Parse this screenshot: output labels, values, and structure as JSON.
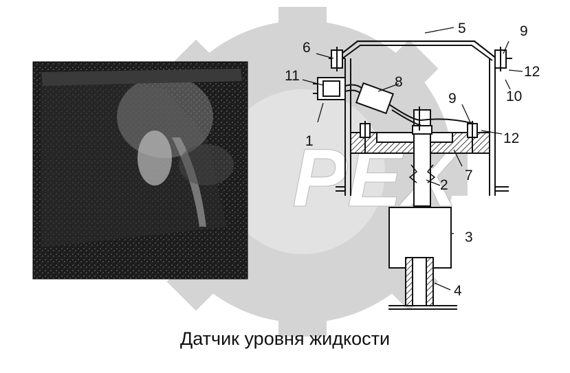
{
  "caption": "Датчик уровня жидкости",
  "watermark": {
    "text": "РЕХ",
    "color": "#cfcfcf"
  },
  "photo": {
    "description_icon": "sensor-photo"
  },
  "callouts": [
    {
      "id": "c1",
      "label": "1"
    },
    {
      "id": "c2",
      "label": "2"
    },
    {
      "id": "c3",
      "label": "3"
    },
    {
      "id": "c4",
      "label": "4"
    },
    {
      "id": "c5",
      "label": "5"
    },
    {
      "id": "c6",
      "label": "6"
    },
    {
      "id": "c7",
      "label": "7"
    },
    {
      "id": "c8",
      "label": "8"
    },
    {
      "id": "c9a",
      "label": "9"
    },
    {
      "id": "c9b",
      "label": "9"
    },
    {
      "id": "c10",
      "label": "10"
    },
    {
      "id": "c11",
      "label": "11"
    },
    {
      "id": "c12a",
      "label": "12"
    },
    {
      "id": "c12b",
      "label": "12"
    }
  ],
  "colors": {
    "ink": "#111111",
    "gear": "#d4d4d4",
    "photo_dark": "#1a1a1a",
    "photo_light": "#bdbdbd"
  }
}
